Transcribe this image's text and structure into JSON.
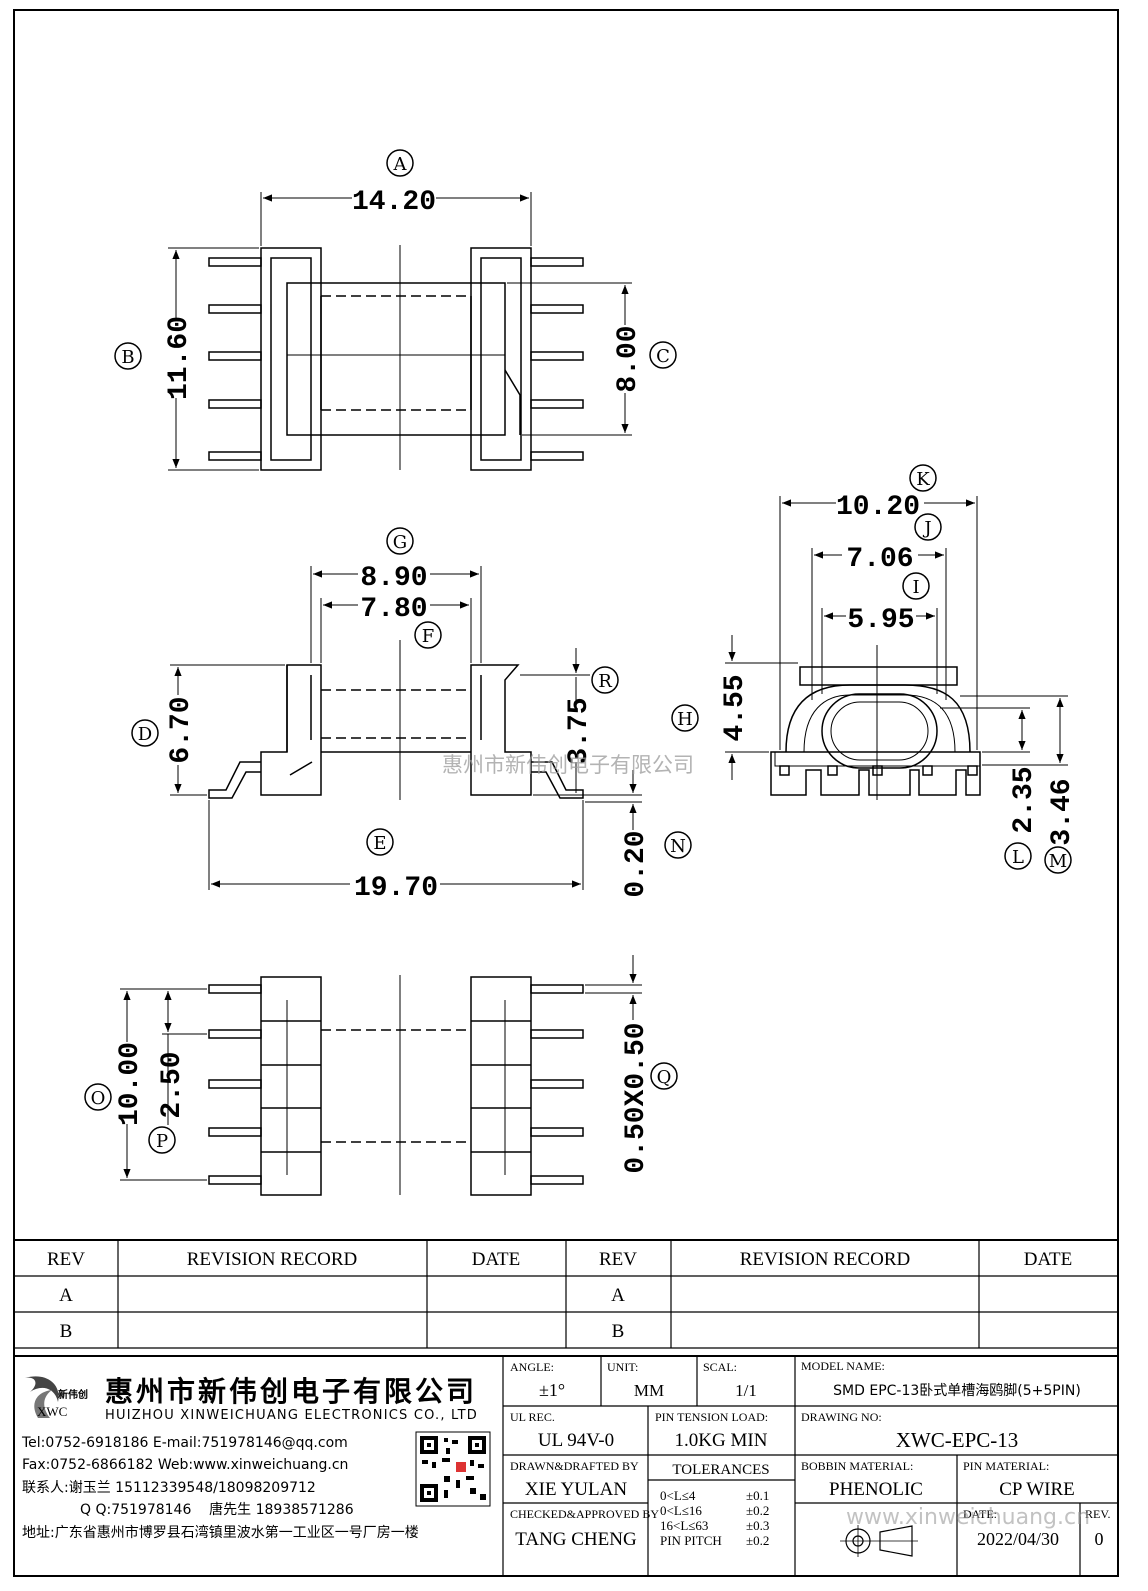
{
  "drawing": {
    "dimensions": {
      "A": "14.20",
      "B": "11.60",
      "C": "8.00",
      "G": "8.90",
      "F": "7.80",
      "D": "6.70",
      "R": "3.75",
      "E": "19.70",
      "N": "0.20",
      "K": "10.20",
      "J": "7.06",
      "I": "5.95",
      "H": "4.55",
      "L": "2.35",
      "M": "3.46",
      "O": "10.00",
      "P": "2.50",
      "Q": "0.50X0.50"
    },
    "labels": [
      "A",
      "B",
      "C",
      "D",
      "E",
      "F",
      "G",
      "H",
      "I",
      "J",
      "K",
      "L",
      "M",
      "N",
      "O",
      "P",
      "Q",
      "R"
    ],
    "watermark_center": "惠州市新伟创电子有限公司",
    "watermark_bottom": "www.xinweichuang.cn"
  },
  "revision_table": {
    "headers": [
      "REV",
      "REVISION RECORD",
      "DATE",
      "REV",
      "REVISION RECORD",
      "DATE"
    ],
    "rows": [
      [
        "A",
        "",
        "",
        "A",
        "",
        ""
      ],
      [
        "B",
        "",
        "",
        "B",
        "",
        ""
      ]
    ]
  },
  "company": {
    "logo_cn": "新伟创",
    "logo_en": "XWC",
    "name_cn": "惠州市新伟创电子有限公司",
    "name_en": "HUIZHOU XINWEICHUANG ELECTRONICS CO., LTD",
    "tel": "Tel:0752-6918186 E-mail:751978146@qq.com",
    "fax": "Fax:0752-6866182 Web:www.xinweichuang.cn",
    "contact": "联系人:谢玉兰 15112339548/18098209712",
    "qq": "Q Q:751978146    唐先生 18938571286",
    "address": "地址:广东省惠州市博罗县石湾镇里波水第一工业区一号厂房一楼"
  },
  "title_block": {
    "angle_label": "ANGLE:",
    "angle_value": "±1°",
    "unit_label": "UNIT:",
    "unit_value": "MM",
    "scale_label": "SCAL:",
    "scale_value": "1/1",
    "model_label": "MODEL NAME:",
    "model_value": "SMD EPC-13卧式单槽海鸥脚(5+5PIN)",
    "ul_label": "UL REC.",
    "ul_value": "UL 94V-0",
    "pin_tension_label": "PIN TENSION LOAD:",
    "pin_tension_value": "1.0KG MIN",
    "drawing_no_label": "DRAWING NO:",
    "drawing_no_value": "XWC-EPC-13",
    "drawn_label": "DRAWN&DRAFTED BY",
    "drawn_value": "XIE YULAN",
    "tolerances_label": "TOLERANCES",
    "tol_1": "0<L≤4",
    "tol_1v": "±0.1",
    "tol_2": "0<L≤16",
    "tol_2v": "±0.2",
    "tol_3": "16<L≤63",
    "tol_3v": "±0.3",
    "tol_4": "PIN PITCH",
    "tol_4v": "±0.2",
    "bobbin_label": "BOBBIN MATERIAL:",
    "bobbin_value": "PHENOLIC",
    "pin_mat_label": "PIN MATERIAL:",
    "pin_mat_value": "CP WIRE",
    "checked_label": "CHECKED&APPROVED BY",
    "checked_value": "TANG CHENG",
    "date_label": "DATE:",
    "date_value": "2022/04/30",
    "rev_label": "REV.",
    "rev_value": "0"
  }
}
